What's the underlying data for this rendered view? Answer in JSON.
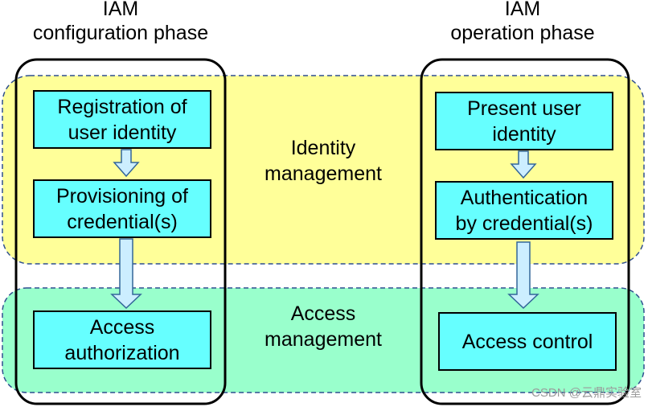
{
  "phases": {
    "configuration": {
      "line1": "IAM",
      "line2": "configuration phase"
    },
    "operation": {
      "line1": "IAM",
      "line2": "operation phase"
    }
  },
  "zones": {
    "identity": {
      "line1": "Identity",
      "line2": "management",
      "fill": "#ffff99"
    },
    "access": {
      "line1": "Access",
      "line2": "management",
      "fill": "#99ffcc"
    }
  },
  "boxes": {
    "registration": {
      "line1": "Registration of",
      "line2": "user identity"
    },
    "provisioning": {
      "line1": "Provisioning of",
      "line2": "credential(s)"
    },
    "authorization": {
      "line1": "Access",
      "line2": "authorization"
    },
    "present": {
      "line1": "Present user",
      "line2": "identity"
    },
    "authentication": {
      "line1": "Authentication",
      "line2": "by credential(s)"
    },
    "control": {
      "line1": "Access control"
    }
  },
  "colors": {
    "box_fill": "#66ffff",
    "arrow_fill": "#cceeff",
    "arrow_stroke": "#336699",
    "zone_border": "#2f4f8f"
  },
  "watermark": "CSDN @云鼎实验室"
}
